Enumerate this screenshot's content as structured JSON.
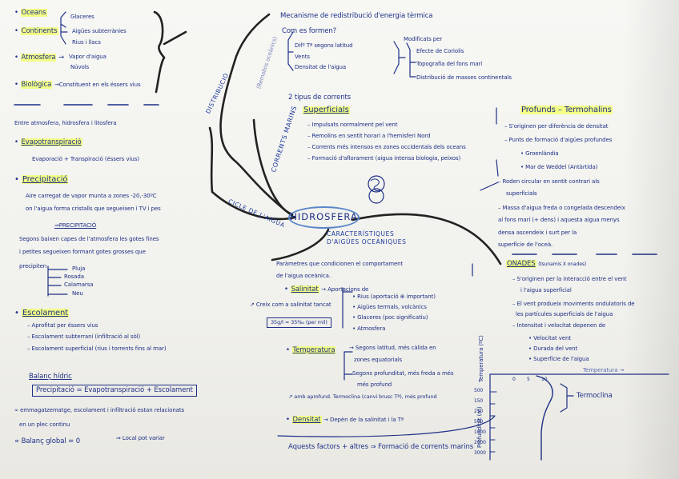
{
  "center": "HIDROSFERA",
  "branches": {
    "distribucio": "DISTRIBUCIÓ",
    "corrents_marins": "CORRENTS MARINS",
    "cicle_aigua": "CICLE DE L'AIGUA",
    "caracteristiques": "CARACTERÍSTIQUES D'AIGÜES OCEÀNIQUES",
    "faded_label": "(Remolins oceànics)"
  },
  "distribucio": {
    "oceans": "Oceans",
    "continents": "Continents",
    "glaceres": "Glaceres",
    "aigues_subterranies": "Aigües subterrànies",
    "rius_llacs": "Rius i llacs",
    "atmosfera": "Atmosfera",
    "vapor": "Vapor d'aigua",
    "nuvols": "Núvols",
    "biologica": "Biològica",
    "biologica_desc": "→Constituent en els éssers vius"
  },
  "cicle": {
    "intro": "Entre atmosfera, hidrosfera i litosfera",
    "evapotranspiracio": "Evapotranspiració",
    "evapo_desc": "Evaporació + Transpiració (éssers vius)",
    "precipitacio": "Precipitació",
    "precip_l1": "Aire carregat de vapor munta a zones -20,-30ºC",
    "precip_l2": "on l'aigua forma cristalls que segueixen i TV i pes",
    "precip_l3": "⇒PRECIPITACIÓ",
    "precip_l4": "Segons baixen capes de l'atmosfera les gotes fines",
    "precip_l5": "i petites segueixen formant gotes grosses que",
    "precip_l6": "precipiten",
    "pluja": "Pluja",
    "rosada": "Rosada",
    "calamarsa": "Calamarsa",
    "neu": "Neu",
    "escolament": "Escolament",
    "esc1": "– Aprofitat per éssers vius",
    "esc2": "– Escolament subterrani (infiltració al sòl)",
    "esc3": "– Escolament superficial (rius i torrents fins al mar)",
    "balanc_title": "Balanç hídric",
    "balanc_formula": "Precipitació = Evapotranspiració + Escolament",
    "emmag": "∝ emmagatzematge, escolament i infiltració estan relacionats",
    "emmag2": "en un plec continu",
    "balanc_global": "∝ Balanç global = 0",
    "local": "⇒ Local pot variar"
  },
  "corrents": {
    "mecanisme": "Mecanisme de redistribució d'energia tèrmica",
    "com": "Com es formen?",
    "c1": "Difº Tª segons latitud",
    "c2": "Vents",
    "c3": "Densitat de l'aigua",
    "modif": "Modificats per",
    "m1": "Efecte de Coriolis",
    "m2": "Topografia del fons marí",
    "m3": "Distribució de masses continentals",
    "tipus": "2 tipus de corrents",
    "superficials": "Superficials",
    "s1": "– Impulsats normalment pel vent",
    "s2": "– Remolins en sentit horari a l'hemisferi Nord",
    "s3": "– Corrents més intensos en zones occidentals dels oceans",
    "s4": "– Formació d'aflorament (aigua intensa biologia, peixos)",
    "profunds": "Profunds – Termohalins",
    "p1": "– S'originen per diferència de densitat",
    "p2": "– Punts de formació d'aigües profundes",
    "p3": "• Groenlàndia",
    "p4": "• Mar de Weddel (Antàrtida)",
    "p5": "– Roden circular en sentit contrari als",
    "p6": "superficials",
    "p7": "– Massa d'aigua freda o congelada descendeix",
    "p8": "al fons marí (+ dens) i aquesta aigua menys",
    "p9": "densa ascendeix i surt per la",
    "p10": "superfície de l'oceà."
  },
  "onades": {
    "title": "ONADES",
    "sub": "(tsunamis X onades)",
    "o1": "– S'originen per la interacció entre el vent",
    "o2": "i l'aigua superficial",
    "o3": "– El vent produeix moviments ondulatoris de",
    "o4": "les partícules superficials de l'aigua",
    "o5": "– Intensitat i velocitat depenen de",
    "o6": "• Velocitat vent",
    "o7": "• Durada del vent",
    "o8": "• Superfície de l'aigua"
  },
  "caract": {
    "parametres": "Paràmetres que condicionen el comportament",
    "parametres2": "de l'aigua oceànica.",
    "salinitat": "Salinitat",
    "sal_desc": "→ Aportacions de",
    "sal_a": "• Rius (aportació ⊕ important)",
    "sal_b": "• Aigües termals, volcànics",
    "sal_c": "• Glaceres (poc significatiu)",
    "sal_d": "• Atmosfera",
    "creix": "↗ Creix com a salinitat tancat",
    "salinitat_box": "35g/l ≈ 35‰ (per mil)",
    "temperatura": "Temperatura",
    "temp1": "→ Segons latitud, més càlida en",
    "temp2": "zones equatorials",
    "temp3": "Segons profunditat, més freda a més",
    "temp4": "més profund",
    "temp5": "↗ amb aprofund. Termoclina (canvi brusc Tª), més profund",
    "densitat": "Densitat",
    "dens_desc": "→ Depèn de la salinitat i la Tª",
    "aquests": "Aquests factors + altres ⇒ Formació de corrents marins"
  },
  "graph": {
    "yaxis": "Profunditat (m)",
    "xaxis": "Temperatura (ºC)",
    "xaxis_top": "Temperatura →",
    "termoclina": "Termoclina",
    "ticks": [
      "500",
      "150",
      "250",
      "500",
      "1000",
      "2000",
      "3000"
    ],
    "top_ticks": [
      "0",
      "5",
      "10"
    ]
  }
}
